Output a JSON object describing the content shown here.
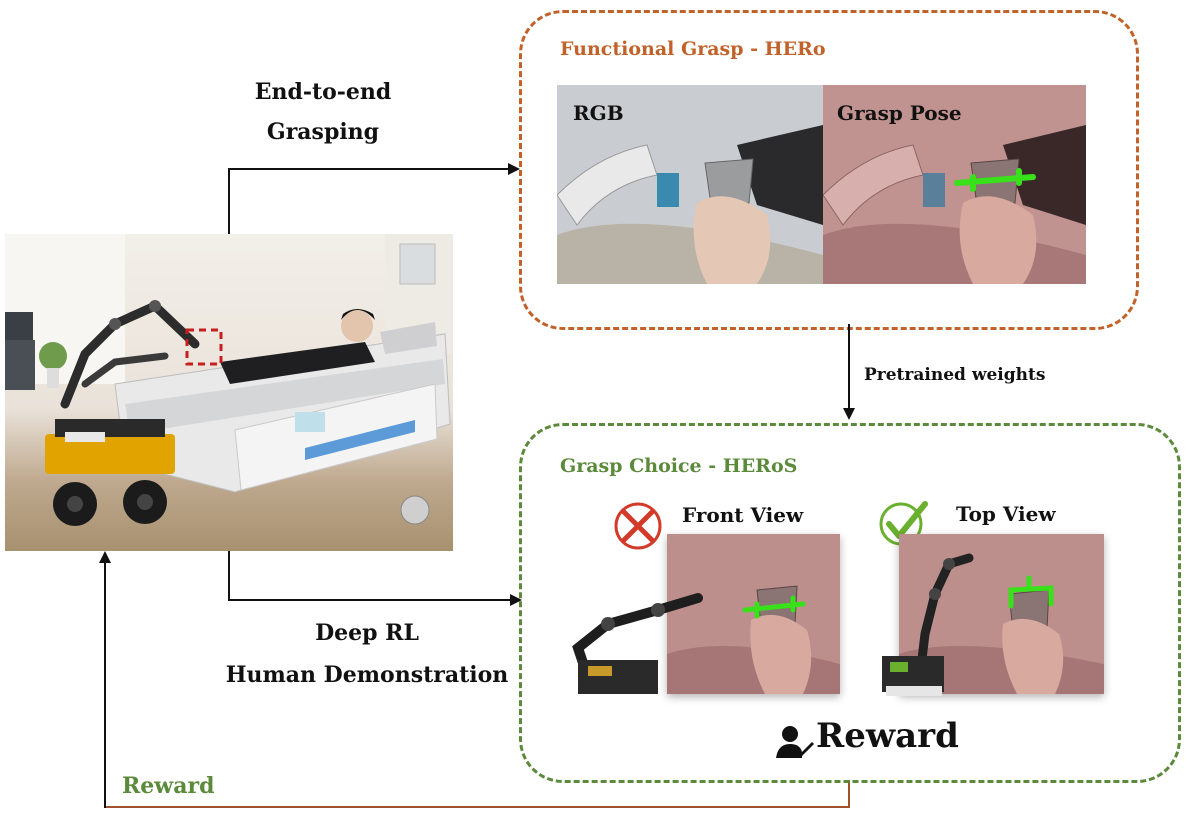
{
  "labels": {
    "end_to_end_line1": "End-to-end",
    "end_to_end_line2": "Grasping",
    "deep_rl_line1": "Deep RL",
    "deep_rl_line2": "Human Demonstration",
    "pretrained_weights": "Pretrained weights",
    "reward_feedback": "Reward"
  },
  "functional_grasp": {
    "title": "Functional Grasp - HERo",
    "panels": [
      "RGB",
      "Grasp Pose"
    ]
  },
  "grasp_choice": {
    "title": "Grasp Choice - HERoS",
    "options": [
      {
        "label": "Front View",
        "status": "rejected"
      },
      {
        "label": "Top View",
        "status": "selected"
      }
    ],
    "reward_label": "Reward"
  },
  "colors": {
    "orange": "#c0622a",
    "green": "#5b8a3a",
    "grasp_green": "#39e11b",
    "reject_red": "#d23a2a",
    "accept_green": "#6ab02e",
    "highlight_red": "#c81e1e"
  }
}
